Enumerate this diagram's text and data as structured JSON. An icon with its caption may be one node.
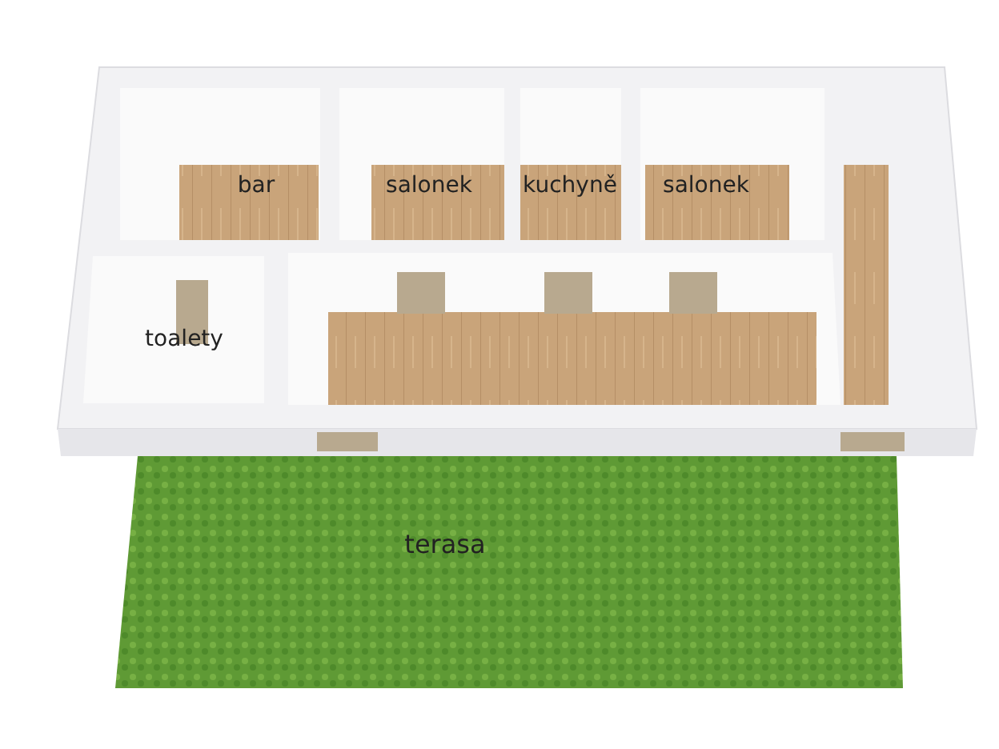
{
  "diagram": {
    "labels": [
      "bar",
      "salonek",
      "kuchyně",
      "salonek",
      "toalety",
      "terasa"
    ]
  }
}
